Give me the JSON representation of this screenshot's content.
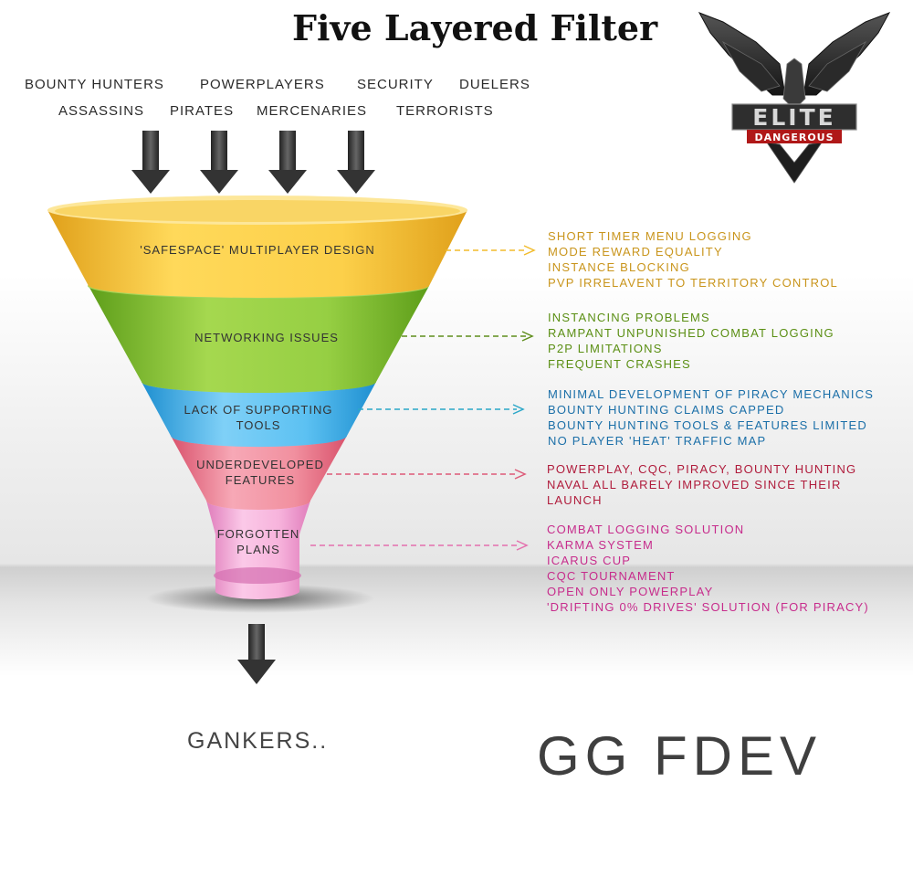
{
  "title": "Five Layered Filter",
  "inputs": {
    "row1": [
      "BOUNTY HUNTERS",
      "POWERPLAYERS",
      "SECURITY",
      "DUELERS"
    ],
    "row2": [
      "ASSASSINS",
      "PIRATES",
      "MERCENARIES",
      "TERRORISTS"
    ]
  },
  "logo": {
    "line1": "ELITE",
    "line2": "DANGEROUS"
  },
  "layers": [
    {
      "label": "'SAFESPACE' MULTIPLAYER DESIGN",
      "color": "#f7c531",
      "text_color": "#c9951c",
      "items": [
        "SHORT TIMER MENU LOGGING",
        "MODE REWARD EQUALITY",
        "INSTANCE BLOCKING",
        "PVP IRRELAVENT TO TERRITORY CONTROL"
      ]
    },
    {
      "label": "NETWORKING ISSUES",
      "color": "#8cc63f",
      "text_color": "#5b8f14",
      "items": [
        "INSTANCING PROBLEMS",
        "RAMPANT UNPUNISHED COMBAT LOGGING",
        "P2P LIMITATIONS",
        "FREQUENT CRASHES"
      ]
    },
    {
      "label_line1": "LACK OF SUPPORTING",
      "label_line2": "TOOLS",
      "color": "#4db8f0",
      "text_color": "#1b6fa8",
      "items": [
        "MINIMAL DEVELOPMENT OF PIRACY MECHANICS",
        "BOUNTY HUNTING CLAIMS CAPPED",
        "BOUNTY HUNTING TOOLS & FEATURES LIMITED",
        "NO PLAYER 'HEAT' TRAFFIC MAP"
      ]
    },
    {
      "label_line1": "UNDERDEVELOPED",
      "label_line2": "FEATURES",
      "color": "#ef7f94",
      "text_color": "#b01c3c",
      "items": [
        "POWERPLAY, CQC, PIRACY, BOUNTY HUNTING",
        "NAVAL ALL BARELY IMPROVED SINCE THEIR",
        "LAUNCH"
      ]
    },
    {
      "label_line1": "FORGOTTEN",
      "label_line2": "PLANS",
      "color": "#f5a6d4",
      "text_color": "#c72c8c",
      "items": [
        "COMBAT LOGGING SOLUTION",
        "KARMA SYSTEM",
        "ICARUS CUP",
        "CQC TOURNAMENT",
        "OPEN ONLY POWERPLAY",
        "'DRIFTING 0% DRIVES' SOLUTION (FOR PIRACY)"
      ]
    }
  ],
  "output": "GANKERS..",
  "signoff": "GG FDEV"
}
